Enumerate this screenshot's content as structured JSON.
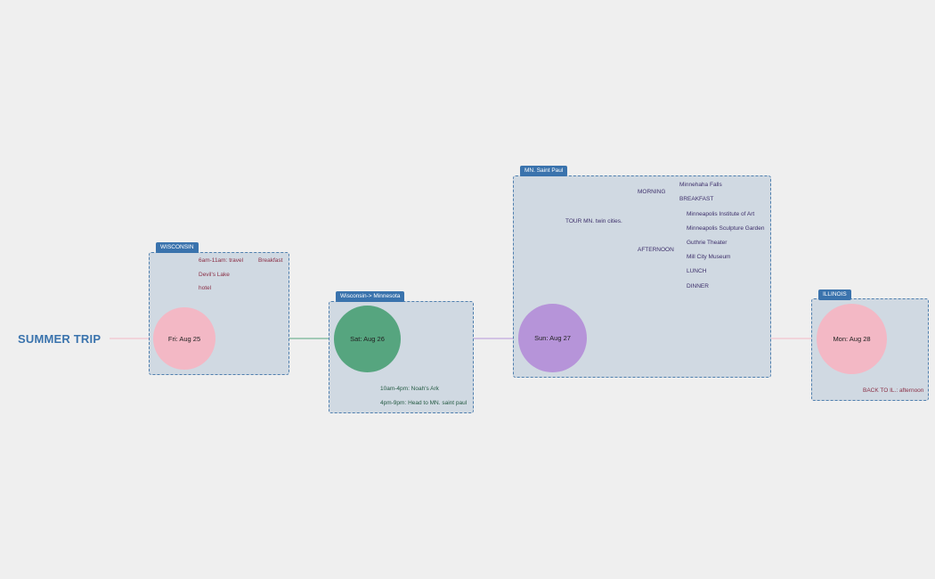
{
  "title": "SUMMER TRIP",
  "colors": {
    "pink": "#f3b8c5",
    "green": "#56a57f",
    "purple": "#b694d9",
    "group_fill": "#d0d9e2",
    "tag": "#3a73ad"
  },
  "days": [
    {
      "label": "Fri: Aug 25",
      "group": "WISCONSIN",
      "items": [
        "6am-11am: travel",
        "Breakfast",
        "Devil's Lake",
        "hotel"
      ]
    },
    {
      "label": "Sat: Aug 26",
      "group": "Wisconsin-> Minnesota",
      "items": [
        "10am-4pm: Noah's Ark",
        "4pm-9pm: Head to MN. saint paul"
      ]
    },
    {
      "label": "Sun: Aug 27",
      "group": "MN. Saint Paul",
      "topic": "TOUR MN. twin cities.",
      "morning": {
        "label": "MORNING",
        "items": [
          "Minnehaha Falls",
          "BREAKFAST"
        ]
      },
      "afternoon": {
        "label": "AFTERNOON",
        "items": [
          "Minneapolis Institute of Art",
          "Minneapolis Sculpture Garden",
          "Guthrie Theater",
          "Mill City Museum",
          "LUNCH",
          "DINNER"
        ]
      }
    },
    {
      "label": "Mon: Aug 28",
      "group": "ILLINOIS",
      "items": [
        "BACK TO IL.: afternoon"
      ]
    }
  ]
}
